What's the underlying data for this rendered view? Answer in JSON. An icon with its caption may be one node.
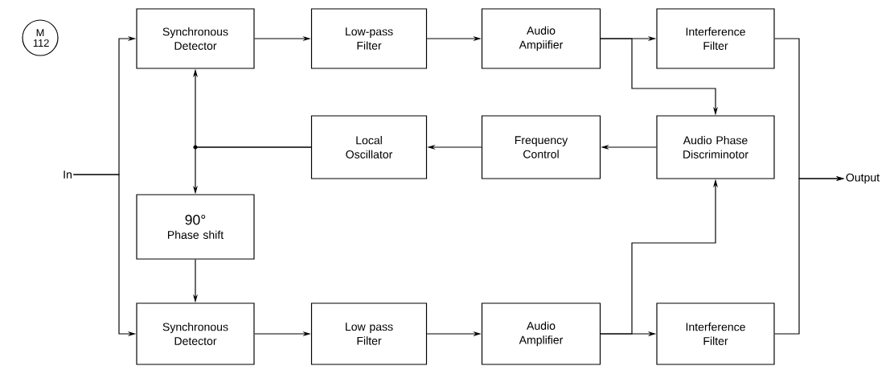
{
  "diagram": {
    "nodes": [
      {
        "text": [
          "M 112"
        ]
      },
      {
        "text": [
          "Synchronous Detector"
        ]
      },
      {
        "text": [
          "Low-pass Filter"
        ]
      },
      {
        "text": [
          "Audio Ampiifier"
        ]
      },
      {
        "text": [
          "Interference Filter"
        ]
      },
      {
        "text": [
          "Local Oscillator"
        ]
      },
      {
        "text": [
          "Frequency Control"
        ]
      },
      {
        "text": [
          "Audio Phase Discriminotor"
        ]
      },
      {
        "text": [
          "90°",
          "Phase shift"
        ]
      },
      {
        "text": [
          "Synchronous Detector"
        ]
      },
      {
        "text": [
          "Low pass Filter"
        ]
      },
      {
        "text": [
          "Audio Amplifier"
        ]
      },
      {
        "text": [
          "Interference Filter"
        ]
      },
      {
        "text": [
          "In"
        ]
      },
      {
        "text": [
          "Output"
        ]
      }
    ],
    "edges": [
      {
        "from": 13,
        "to": 1,
        "arrow": "to"
      },
      {
        "from": 13,
        "to": 9,
        "arrow": "to"
      },
      {
        "from": 1,
        "to": 2,
        "arrow": "to"
      },
      {
        "from": 2,
        "to": 3,
        "arrow": "to"
      },
      {
        "from": 3,
        "to": 4,
        "arrow": "to"
      },
      {
        "from": 3,
        "to": 7,
        "arrow": "to"
      },
      {
        "from": 7,
        "to": 6,
        "arrow": "to"
      },
      {
        "from": 6,
        "to": 5,
        "arrow": "to"
      },
      {
        "from": 5,
        "to": 1,
        "arrow": "to"
      },
      {
        "from": 5,
        "to": 8,
        "arrow": "to"
      },
      {
        "from": 8,
        "to": 9,
        "arrow": "to"
      },
      {
        "from": 9,
        "to": 10,
        "arrow": "to"
      },
      {
        "from": 10,
        "to": 11,
        "arrow": "to"
      },
      {
        "from": 11,
        "to": 12,
        "arrow": "to"
      },
      {
        "from": 11,
        "to": 7,
        "arrow": "to"
      },
      {
        "from": 4,
        "to": 14,
        "arrow": "to"
      },
      {
        "from": 12,
        "to": 14,
        "arrow": "to"
      }
    ]
  }
}
